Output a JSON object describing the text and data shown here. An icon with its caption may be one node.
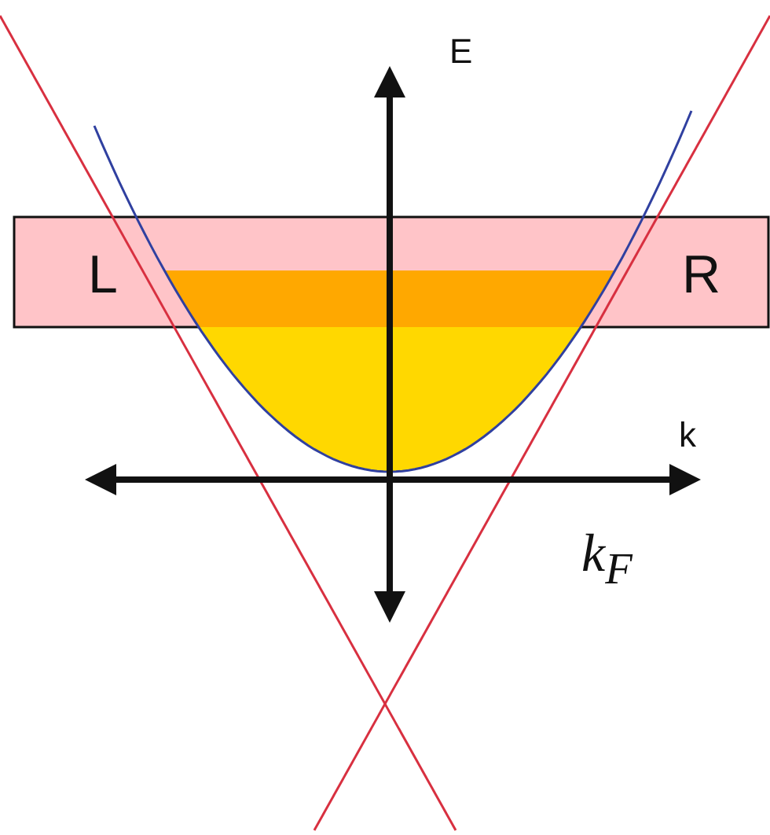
{
  "diagram": {
    "labels": [
      "E",
      "k",
      "L",
      "R",
      "k$_{F}$"
    ]
  }
}
